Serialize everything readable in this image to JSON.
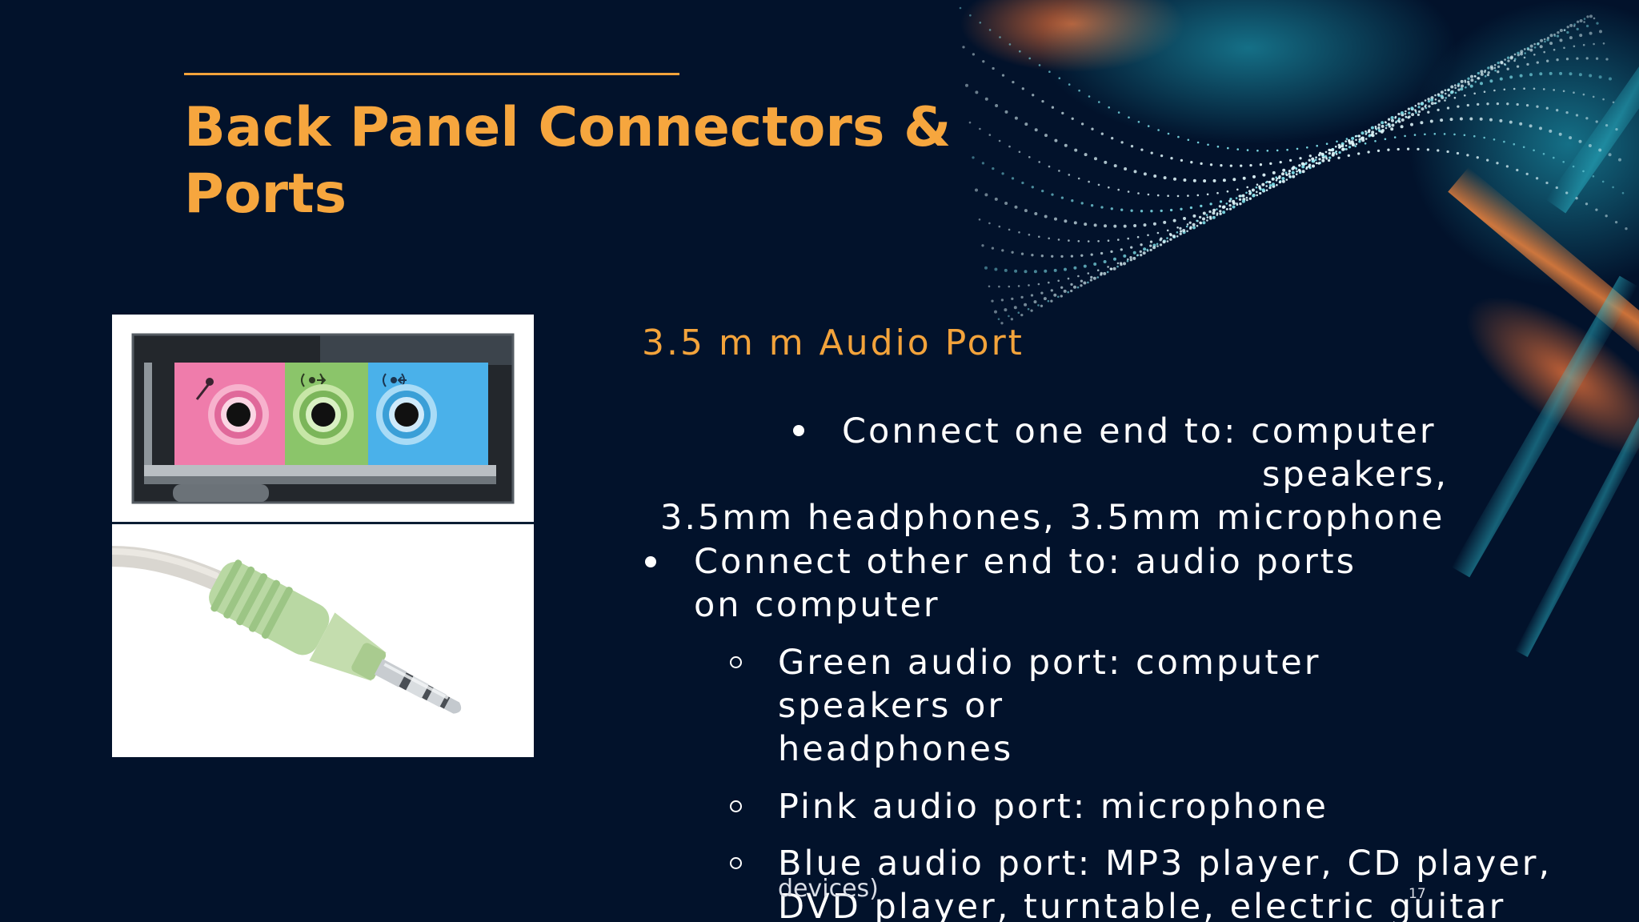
{
  "slide": {
    "title": "Back Panel Connectors & Ports",
    "subtitle": "3.5 m m  Audio Port",
    "lines": {
      "l1": "Connect one end to: computer",
      "l2": "speakers,",
      "l3": "3.5mm headphones, 3.5mm microphone",
      "l4": "Connect other end to: audio ports",
      "l5": "on computer",
      "l6": "Green audio port: computer",
      "l7": "speakers or",
      "l8": "headphones",
      "l9": "Pink audio port: microphone",
      "l10": "Blue audio port: MP3 player, CD player,",
      "l11": "DVD player, turntable, electric guitar"
    },
    "footer_overlap": "devices)",
    "page_number": "17"
  },
  "colors": {
    "background": "#02122b",
    "accent": "#f3a33b",
    "text": "#ffffff",
    "port_pink": "#ef7cab",
    "port_green": "#8bc56a",
    "port_blue": "#4ab1ea"
  },
  "icons": {
    "microphone": "microphone-icon",
    "speaker": "speaker-out-icon",
    "line_in": "line-in-icon"
  }
}
